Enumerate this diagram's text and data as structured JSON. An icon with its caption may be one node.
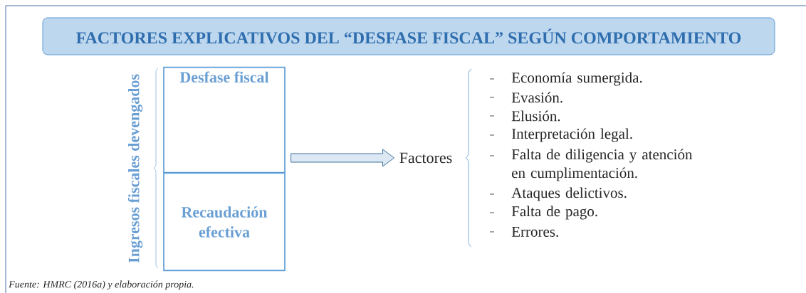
{
  "diagram": {
    "caption": "*Fuente: HMRC (2016a) y elaboración propia.*",
    "nodes": [
      {
        "text": [
          "FACTORES EXPLICATIVOS DEL “DESFASE FISCAL” SEGÚN COMPORTAMIENTO"
        ]
      },
      {
        "text": [],
        "shape": "box"
      },
      {
        "text": [
          "Desfase fiscal"
        ],
        "in": 1
      },
      {
        "text": [
          "Recaudación efectiva"
        ],
        "in": 1
      },
      {
        "text": [
          "Factores"
        ]
      }
    ],
    "edges": [
      {
        "from": 1,
        "to": 4,
        "arrow": "to"
      }
    ],
    "labels": [
      "Ingresos fiscales devengados",
      "Economía sumergida.",
      "Evasión.",
      "Elusión.",
      "Interpretación legal.",
      "Falta de diligencia y atención en cumplimentación.",
      "Ataques delictivos.",
      "Falta de pago.",
      "Errores."
    ]
  }
}
